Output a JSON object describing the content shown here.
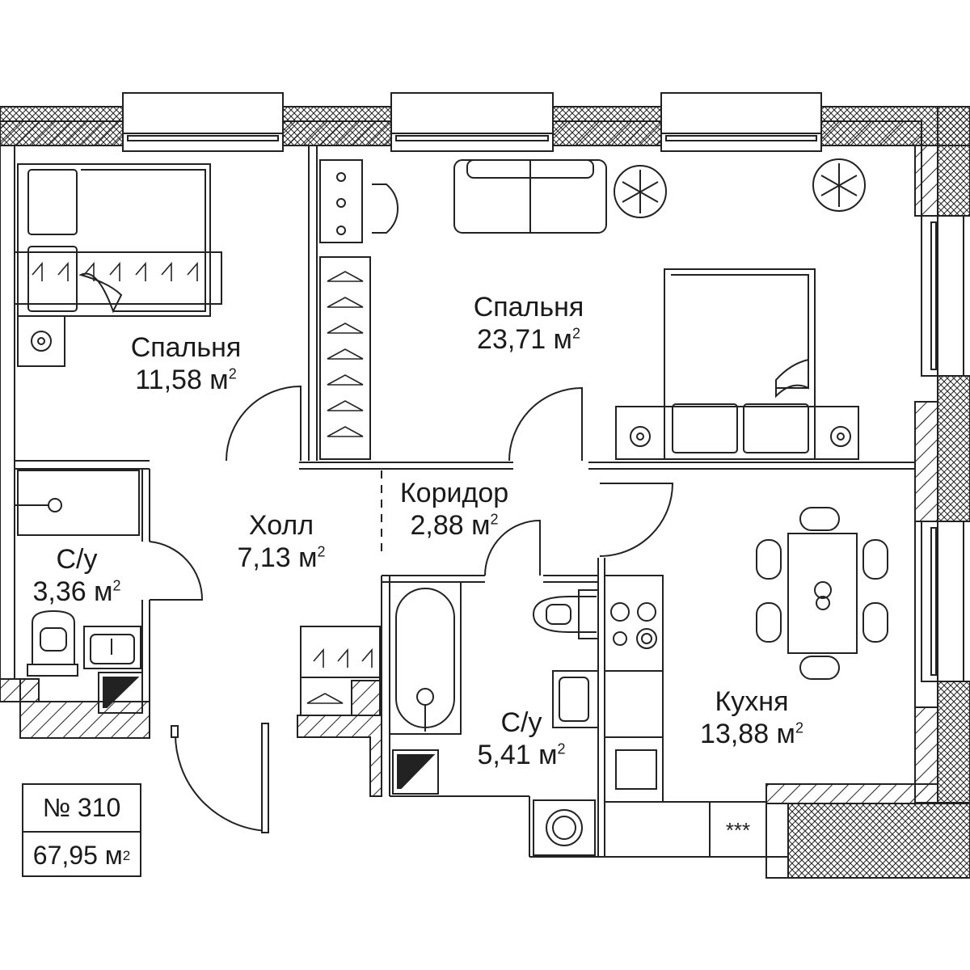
{
  "apartment": {
    "number": "№ 310",
    "total_area": "67,95 м",
    "area_unit_sup": "2"
  },
  "rooms": [
    {
      "name": "Спальня",
      "area": "11,58 м",
      "sup": "2"
    },
    {
      "name": "Спальня",
      "area": "23,71 м",
      "sup": "2"
    },
    {
      "name": "Коридор",
      "area": "2,88 м",
      "sup": "2"
    },
    {
      "name": "Холл",
      "area": "7,13 м",
      "sup": "2"
    },
    {
      "name": "С/у",
      "area": "3,36 м",
      "sup": "2"
    },
    {
      "name": "С/у",
      "area": "5,41 м",
      "sup": "2"
    },
    {
      "name": "Кухня",
      "area": "13,88 м",
      "sup": "2"
    }
  ],
  "vent_marker": "***",
  "colors": {
    "ink": "#222222",
    "paper": "#ffffff"
  }
}
